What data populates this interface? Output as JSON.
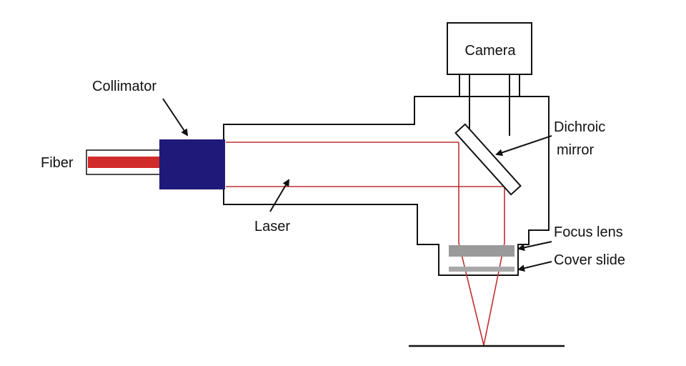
{
  "labels": {
    "camera": "Camera",
    "collimator": "Collimator",
    "fiber": "Fiber",
    "dichroic_line1": "Dichroic",
    "dichroic_line2": "mirror",
    "laser": "Laser",
    "focus_lens": "Focus lens",
    "cover_slide": "Cover slide"
  },
  "colors": {
    "outline": "#111111",
    "collimator": "#1f1a7a",
    "fiber_core": "#d12a2a",
    "laser_beam": "#c03030",
    "lens": "#9a9a9a",
    "cover_slide": "#a8a8a8"
  }
}
